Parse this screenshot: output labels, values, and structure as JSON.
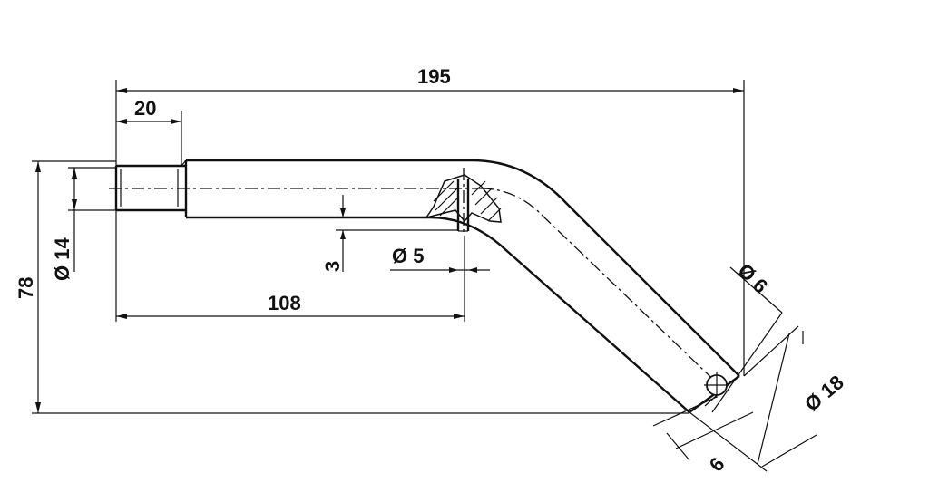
{
  "dimensions": {
    "overall_length": "195",
    "thread_length": "20",
    "pin_position": "108",
    "height": "78",
    "shaft_diameter": "Ø 14",
    "pin_diameter": "Ø 5",
    "pin_offset": "3",
    "end_hole_diameter": "Ø 6",
    "end_diameter": "Ø 18",
    "end_hole_offset": "6"
  }
}
